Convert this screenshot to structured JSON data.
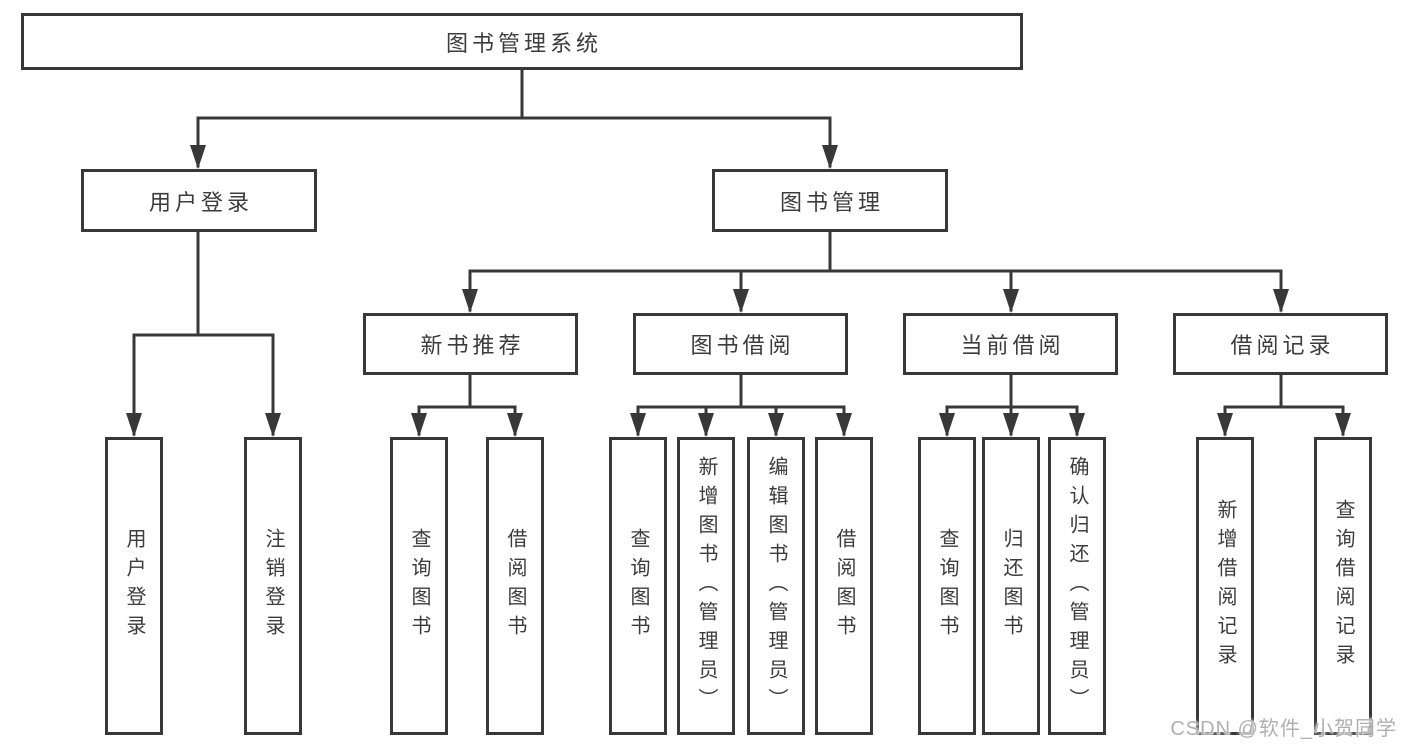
{
  "tree": {
    "root": {
      "label": "图书管理系统"
    },
    "branches": [
      {
        "label": "用户登录",
        "children": [
          {
            "label": "用户登录"
          },
          {
            "label": "注销登录"
          }
        ]
      },
      {
        "label": "图书管理",
        "children": [
          {
            "label": "新书推荐",
            "children": [
              {
                "label": "查询图书"
              },
              {
                "label": "借阅图书"
              }
            ]
          },
          {
            "label": "图书借阅",
            "children": [
              {
                "label": "查询图书"
              },
              {
                "label": "新增图书（管理员）"
              },
              {
                "label": "编辑图书（管理员）"
              },
              {
                "label": "借阅图书"
              }
            ]
          },
          {
            "label": "当前借阅",
            "children": [
              {
                "label": "查询图书"
              },
              {
                "label": "归还图书"
              },
              {
                "label": "确认归还（管理员）"
              }
            ]
          },
          {
            "label": "借阅记录",
            "children": [
              {
                "label": "新增借阅记录"
              },
              {
                "label": "查询借阅记录"
              }
            ]
          }
        ]
      }
    ]
  },
  "watermark": "CSDN @软件_小贺同学",
  "colors": {
    "line": "#383838",
    "text": "#3c3c3c",
    "box_bg": "#ffffff",
    "background": "#ffffff",
    "watermark": "#b0b0b0"
  }
}
